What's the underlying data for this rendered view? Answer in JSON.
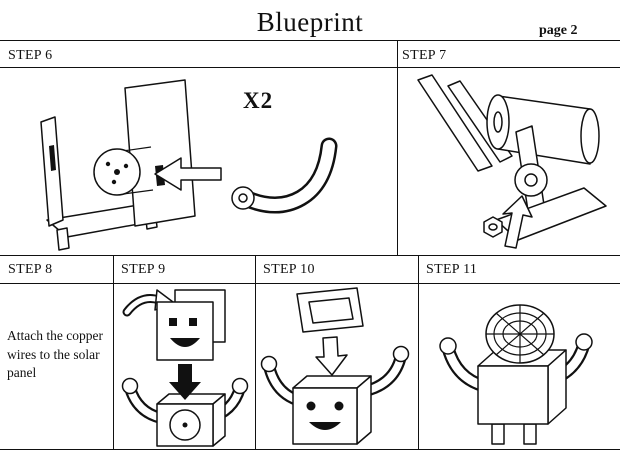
{
  "header": {
    "title": "Blueprint",
    "page_label": "page 2"
  },
  "steps": {
    "step6": {
      "label": "STEP 6",
      "quantity_label": "X2"
    },
    "step7": {
      "label": "STEP 7"
    },
    "step8": {
      "label": "STEP 8",
      "instruction": "Attach the copper wires to the solar panel"
    },
    "step9": {
      "label": "STEP 9"
    },
    "step10": {
      "label": "STEP 10"
    },
    "step11": {
      "label": "STEP 11"
    }
  }
}
